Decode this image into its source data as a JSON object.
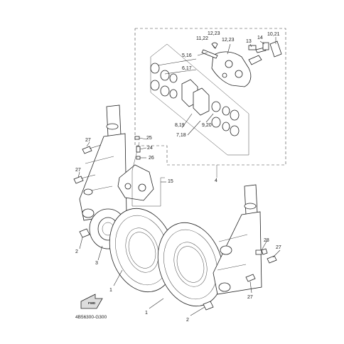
{
  "callouts": {
    "c1a": "1",
    "c1b": "1",
    "c2a": "2",
    "c2b": "2",
    "c3": "3",
    "c4": "4",
    "c5_16": "5,16",
    "c6_17": "6,17",
    "c7_18": "7,18",
    "c8_19": "8,19",
    "c9_20": "9,20",
    "c10_21": "10,21",
    "c11_22": "11,22",
    "c12_23a": "12,23",
    "c12_23b": "12,23",
    "c13": "13",
    "c14": "14",
    "c15": "15",
    "c24": "24",
    "c25": "25",
    "c26": "26",
    "c27a": "27",
    "c27b": "27",
    "c27c": "27",
    "c27d": "27",
    "c28": "28"
  },
  "fwd_label": "FWD",
  "diagram_code": "4B56300-G300"
}
